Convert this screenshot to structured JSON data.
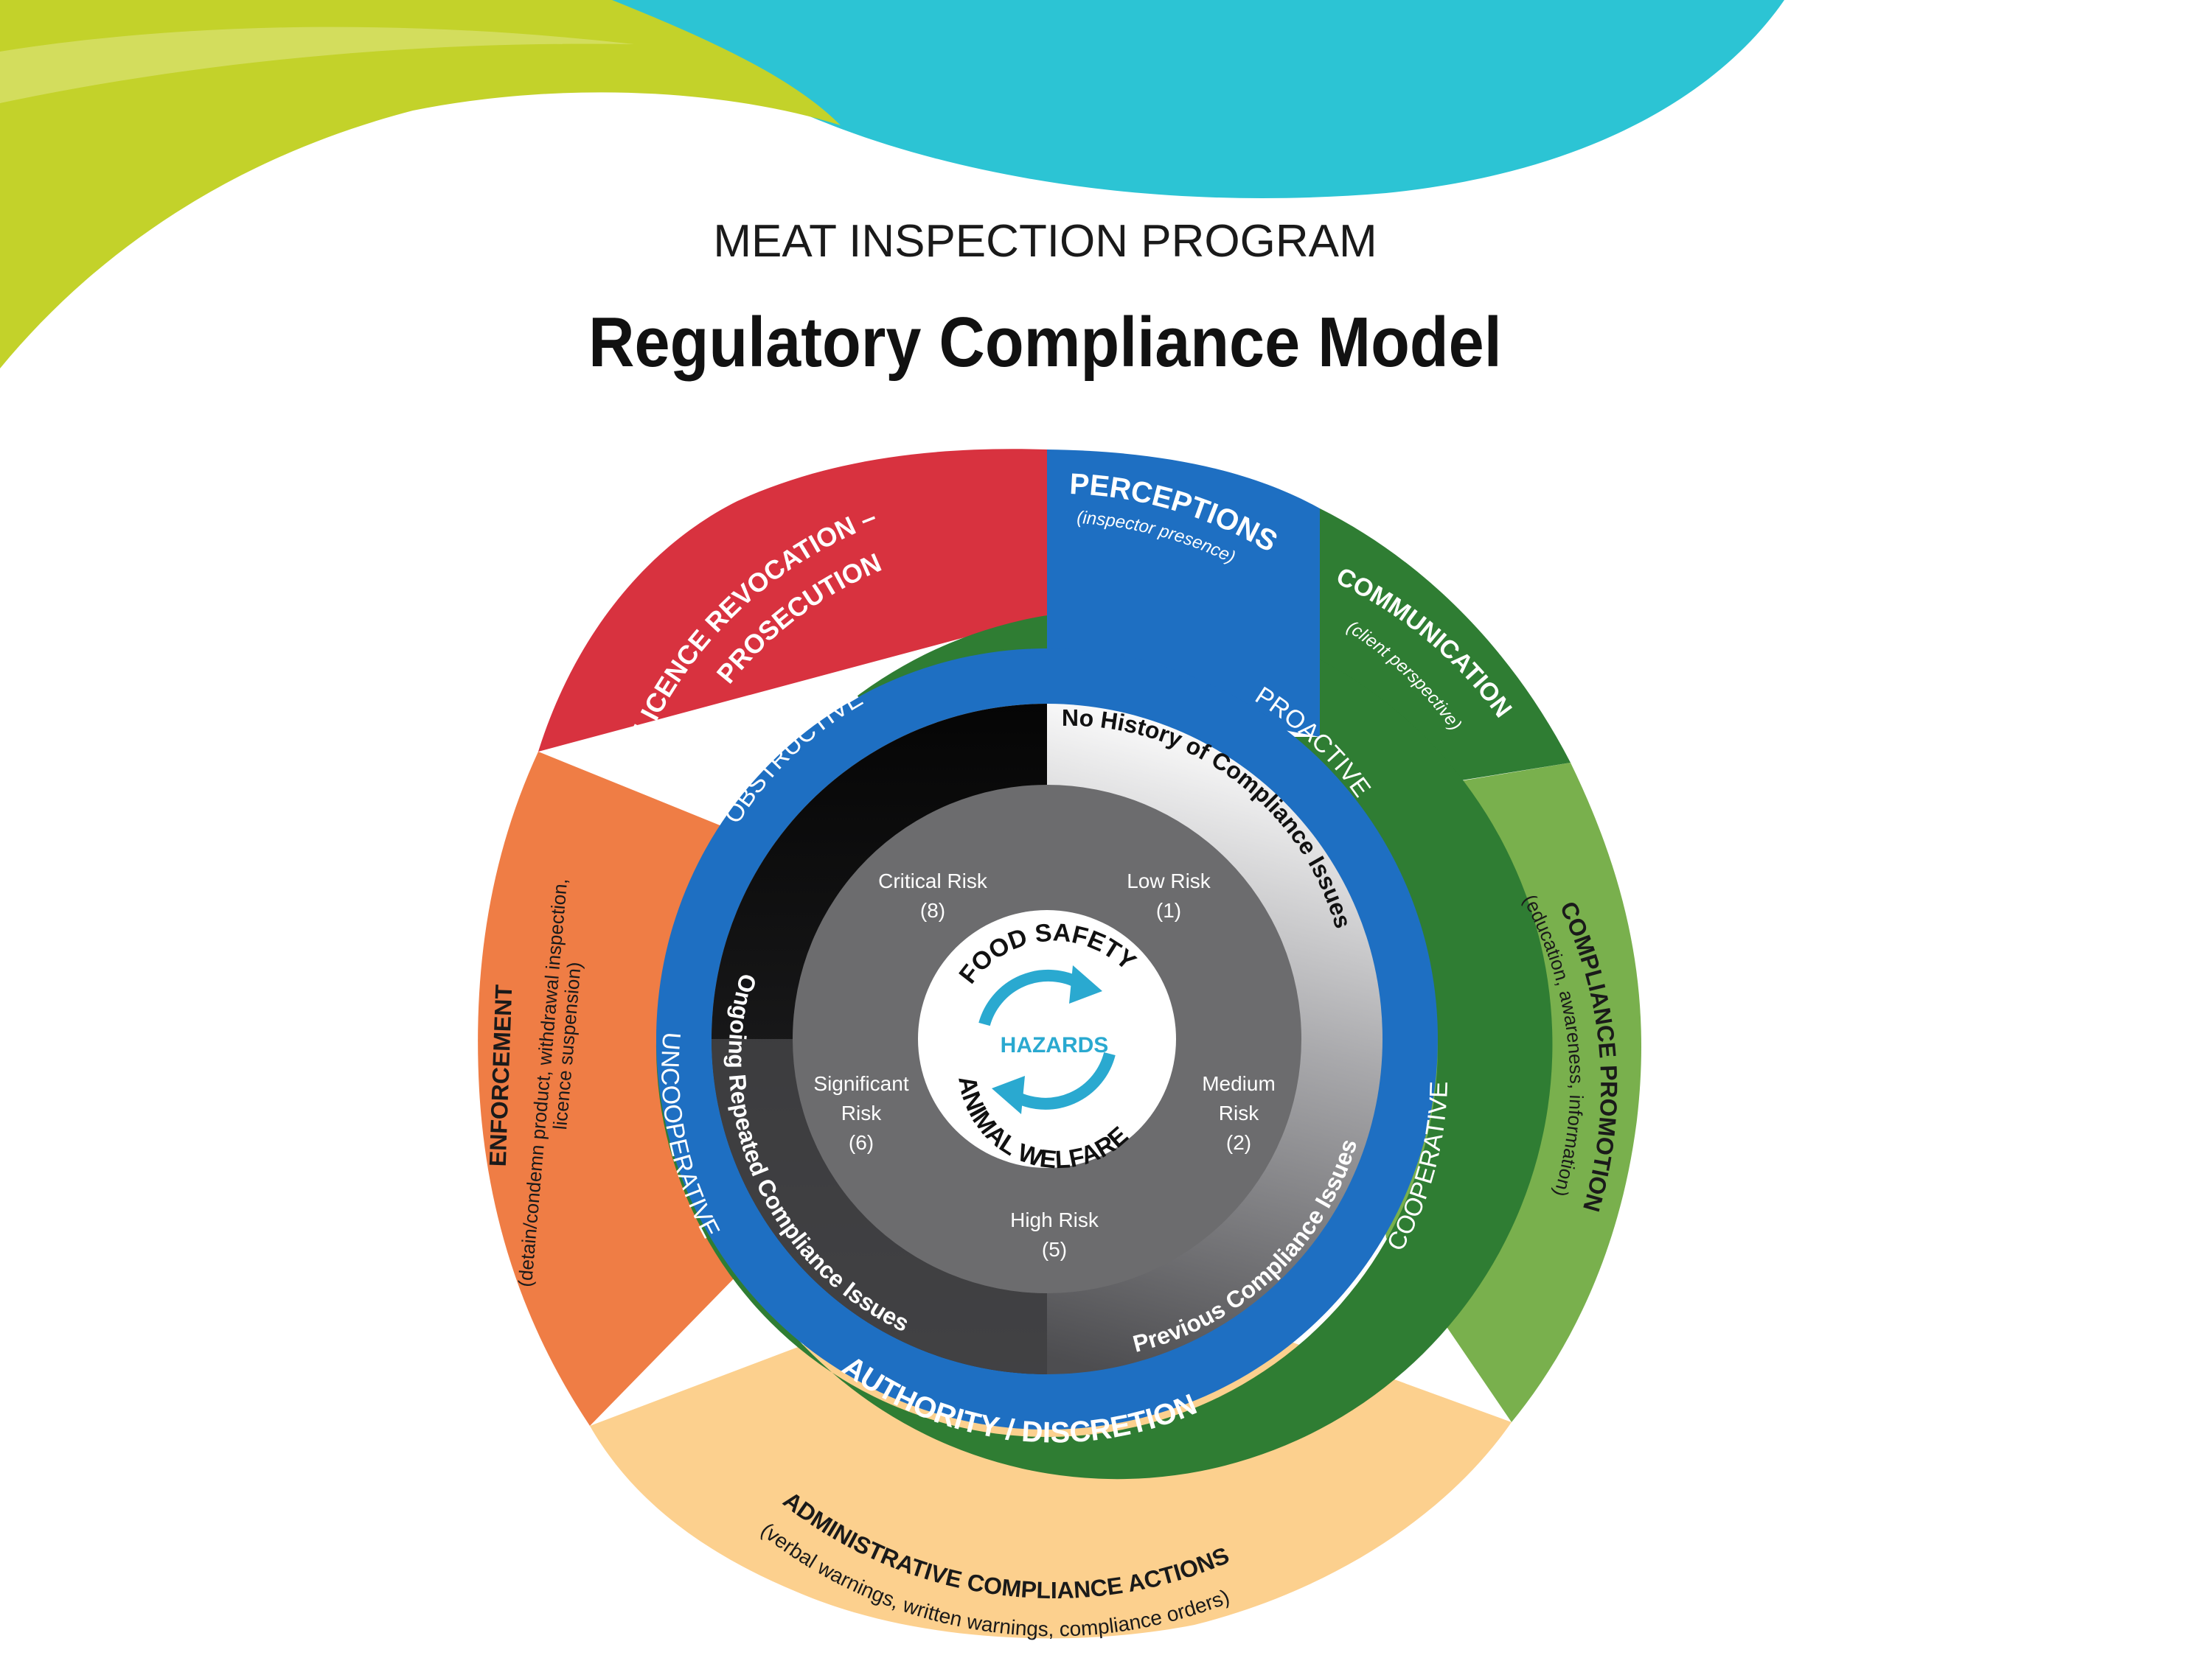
{
  "header": {
    "subtitle": "MEAT INSPECTION PROGRAM",
    "title": "Regulatory Compliance Model"
  },
  "colors": {
    "wave_lime": "#c3d22a",
    "wave_teal": "#2cc4d4",
    "red": "#d8323f",
    "blue": "#1e6fc2",
    "dark_green": "#2f7d33",
    "light_green": "#79b04d",
    "orange": "#ef7d45",
    "peach": "#fcd08e",
    "gray": "#6c6c6e",
    "black": "#0d0d0d"
  },
  "outer_ring": {
    "licence": {
      "line1": "LICENCE REVOCATION –",
      "line2": "PROSECUTION"
    },
    "perceptions": {
      "title": "PERCEPTIONS",
      "sub": "(inspector presence)"
    },
    "communication": {
      "title": "COMMUNICATION",
      "sub": "(client perspective)"
    },
    "compliance_promotion": {
      "title": "COMPLIANCE PROMOTION",
      "sub": "(education, awareness, information)"
    },
    "administrative": {
      "title": "ADMINISTRATIVE COMPLIANCE ACTIONS",
      "sub": "(verbal warnings, written warnings, compliance orders)"
    },
    "enforcement": {
      "title": "ENFORCEMENT",
      "sub1": "(detain/condemn product, withdrawal inspection,",
      "sub2": "licence suspension)"
    }
  },
  "blue_ring": {
    "obstructive": "OBSTRUCTIVE",
    "proactive": "PROACTIVE",
    "uncooperative": "UNCOOPERATIVE",
    "cooperative": "COOPERATIVE",
    "authority": "AUTHORITY / DISCRETION"
  },
  "history_ring": {
    "no_history": "No History of Compliance Issues",
    "ongoing": "Ongoing Repeated Compliance Issues",
    "previous": "Previous Compliance Issues"
  },
  "risk": {
    "critical": {
      "label": "Critical Risk",
      "score": "(8)"
    },
    "low": {
      "label": "Low Risk",
      "score": "(1)"
    },
    "significant": {
      "line1": "Significant",
      "line2": "Risk",
      "score": "(6)"
    },
    "medium": {
      "line1": "Medium",
      "line2": "Risk",
      "score": "(2)"
    },
    "high": {
      "label": "High Risk",
      "score": "(5)"
    }
  },
  "center": {
    "food_safety": "FOOD SAFETY",
    "hazards": "HAZARDS",
    "animal_welfare": "ANIMAL WELFARE"
  }
}
